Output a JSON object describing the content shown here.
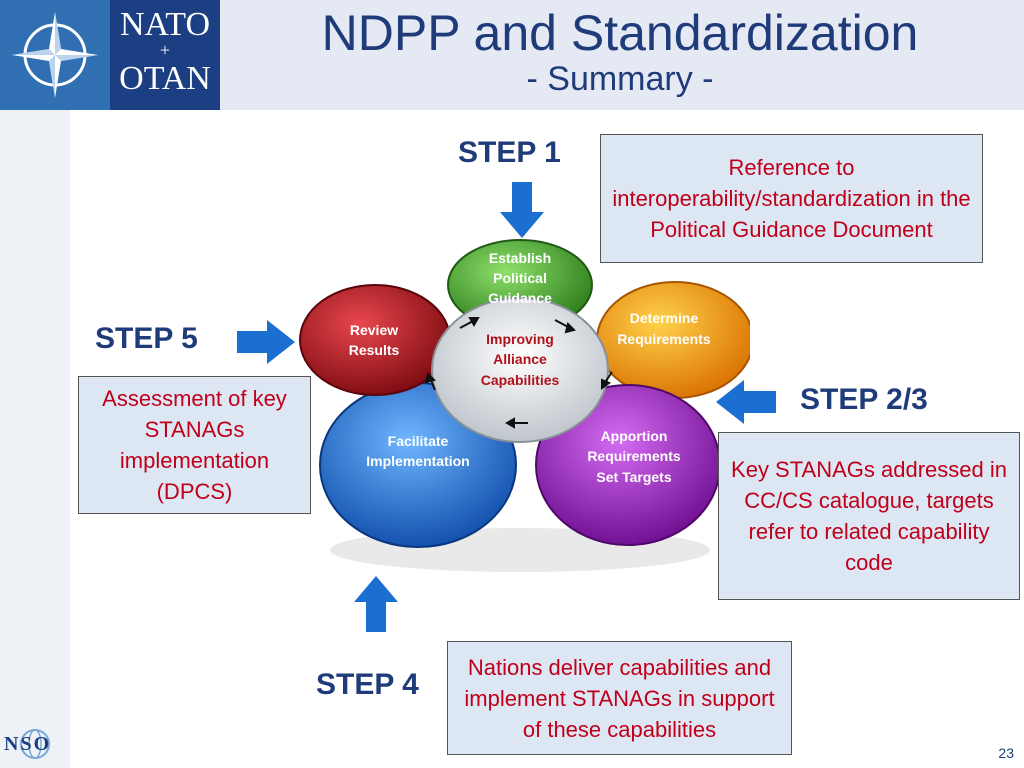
{
  "header": {
    "logo_top": "NATO",
    "logo_sep": "+",
    "logo_bottom": "OTAN",
    "title": "NDPP and Standardization",
    "subtitle": "- Summary -"
  },
  "steps": {
    "step1": "STEP 1",
    "step23": "STEP 2/3",
    "step4": "STEP 4",
    "step5": "STEP 5"
  },
  "boxes": {
    "step1_note": "Reference to interoperability/standardization in the Political Guidance Document",
    "step23_note": "Key STANAGs addressed in CC/CS catalogue, targets refer to related capability code",
    "step4_note": "Nations deliver capabilities and implement STANAGs in support of these capabilities",
    "step5_note": "Assessment of key STANAGs implementation (DPCS)"
  },
  "cycle": {
    "center": [
      "Improving",
      "Alliance",
      "Capabilities"
    ],
    "petals": [
      {
        "lines": [
          "Establish",
          "Political",
          "Guidance"
        ],
        "color": "#3a9a2a"
      },
      {
        "lines": [
          "Determine",
          "Requirements"
        ],
        "color": "#f08c00"
      },
      {
        "lines": [
          "Apportion",
          "Requirements",
          "Set Targets"
        ],
        "color": "#8e1fb0"
      },
      {
        "lines": [
          "Facilitate",
          "Implementation"
        ],
        "color": "#1a6fd1"
      },
      {
        "lines": [
          "Review",
          "Results"
        ],
        "color": "#b0121a"
      }
    ]
  },
  "colors": {
    "title": "#1f3b7a",
    "note_text": "#c0001a",
    "note_bg": "#dde7f4",
    "arrow": "#1a6fd1"
  },
  "footer": {
    "org": "NSO",
    "page": "23"
  }
}
